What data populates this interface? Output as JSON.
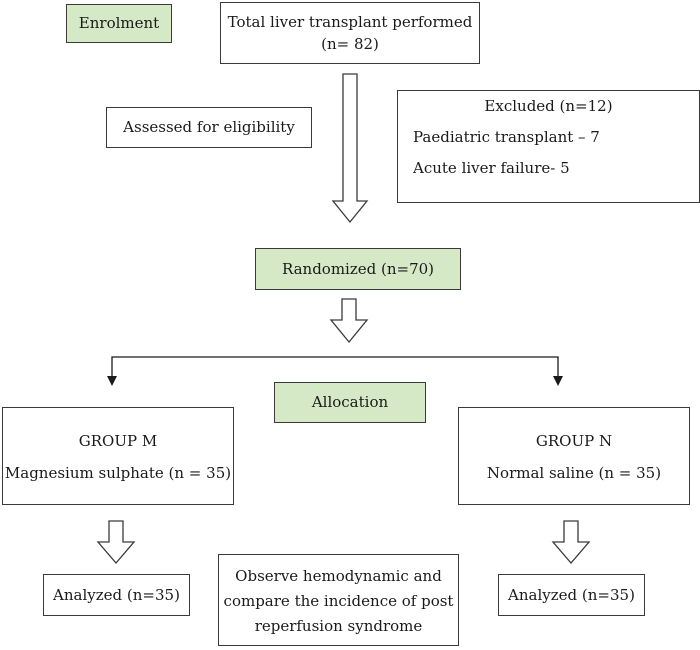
{
  "enrolment": {
    "label": "Enrolment"
  },
  "total": {
    "line1": "Total liver transplant performed",
    "line2": "(n= 82)"
  },
  "assessed": {
    "label": "Assessed for eligibility"
  },
  "excluded": {
    "title": "Excluded (n=12)",
    "item1": "Paediatric transplant – 7",
    "item2": "Acute liver failure- 5"
  },
  "randomized": {
    "label": "Randomized (n=70)"
  },
  "allocation": {
    "label": "Allocation"
  },
  "group_m": {
    "title": "GROUP M",
    "desc": "Magnesium sulphate (n = 35)"
  },
  "group_n": {
    "title": "GROUP N",
    "desc": "Normal saline (n = 35)"
  },
  "analyzed_m": {
    "label": "Analyzed (n=35)"
  },
  "analyzed_n": {
    "label": "Analyzed (n=35)"
  },
  "observe": {
    "line1": "Observe hemodynamic and",
    "line2": "compare the incidence of post",
    "line3": "reperfusion syndrome"
  },
  "colors": {
    "box_green": "#d6e9c6",
    "border": "#3a3a3a"
  }
}
